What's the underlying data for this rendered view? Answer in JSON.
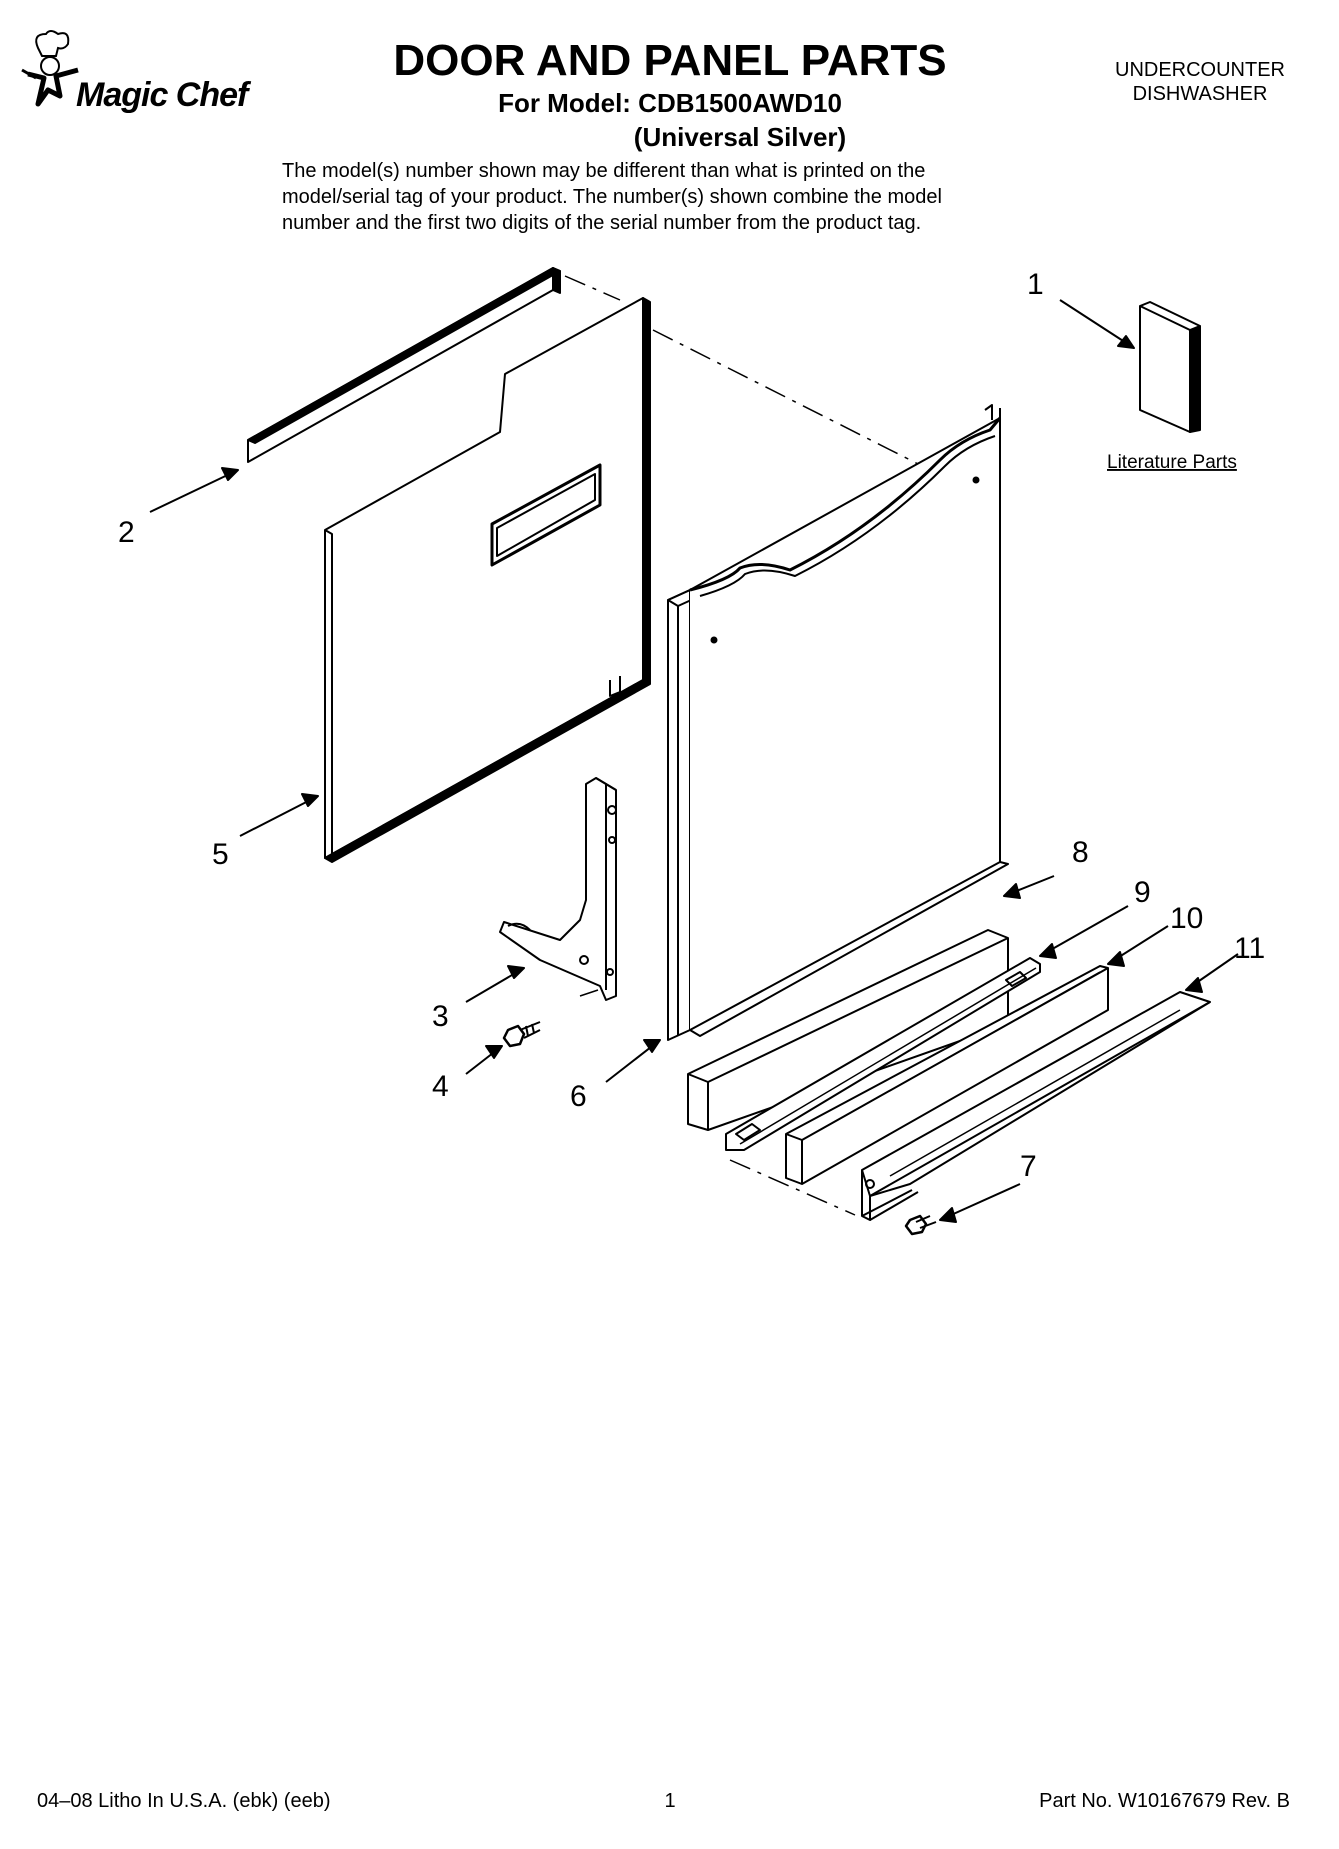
{
  "header": {
    "brand": "Magic Chef",
    "title": "DOOR AND PANEL PARTS",
    "model_line": "For Model: CDB1500AWD10",
    "variant": "(Universal Silver)",
    "product_type_line1": "UNDERCOUNTER",
    "product_type_line2": "DISHWASHER"
  },
  "note": {
    "line1": "The model(s) number shown may be different than what is printed on the",
    "line2": "model/serial tag of your product. The number(s) shown combine the model",
    "line3": "number and the first two digits of the serial number from the product tag."
  },
  "diagram": {
    "literature_label": "Literature Parts",
    "callouts": [
      "1",
      "2",
      "3",
      "4",
      "5",
      "6",
      "7",
      "8",
      "9",
      "10",
      "11"
    ]
  },
  "footer": {
    "left": "04–08 Litho In U.S.A. (ebk) (eeb)",
    "page": "1",
    "right": "Part No. W10167679 Rev. B"
  }
}
